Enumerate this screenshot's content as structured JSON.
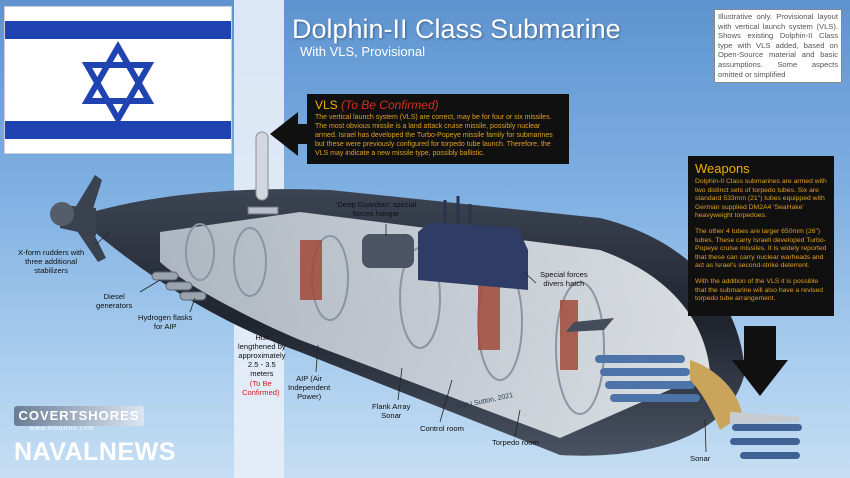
{
  "header": {
    "title": "Dolphin-II Class Submarine",
    "subtitle": "With VLS, Provisional"
  },
  "disclaimer": "Illustrative only. Provisional layout with vertical launch system (VLS). Shows existing Dolphin-II Class type with VLS added, based on Open-Source material and basic assumptions. Some aspects omitted or simplified",
  "vls_box": {
    "heading": "VLS",
    "heading_note": "(To Be Confirmed)",
    "text": "The vertical launch system (VLS) are correct, may be for four or six missiles. The most obvious missile is a land attack cruise missile, possibly nuclear armed. Israel has developed the Turbo-Popeye missile family for submarines but these were previously configured for torpedo tube launch. Therefore, the VLS may indicate a new missile type, possibly ballistic."
  },
  "weapons_box": {
    "heading": "Weapons",
    "p1": "Dolphin-II Class submarines are armed with two distinct sets of torpedo tubes. Six are standard 533mm (21\") tubes equipped with German supplied DM2A4 'SeaHake' heavyweight torpedoes.",
    "p2": "The other 4 tubes are larger 650mm (26\") tubes. These carry Israeli developed Turbo-Popeye cruise missiles. It is widely reported that these can carry nuclear warheads and act as Israel's second-strike deterrent.",
    "p3": "With the addition of the VLS it is possible that the submarine will also have a revised torpedo tube arrangement."
  },
  "labels": {
    "rudders": "X-form rudders with\nthree additional\nstabilizers",
    "diesel": "Diesel\ngenerators",
    "hydrogen": "Hydrogen flasks\nfor AIP",
    "hull": "Hull\nlengthened by\napproximately\n2.5 - 3.5\nmeters",
    "hull_note": "(To Be\nConfirmed)",
    "aip": "AIP (Air\nIndependent\nPower)",
    "flank": "Flank Array\nSonar",
    "control": "Control room",
    "torpedo_room": "Torpedo room",
    "deep_guardian": "'Deep Guardian' special\nforces hangar",
    "divers": "Special forces\ndivers hatch",
    "sonar": "Sonar"
  },
  "credit": "© H I Sutton, 2021",
  "branding": {
    "covert": "COVERTSHORES",
    "covert_url": "www.hisutton.com",
    "naval": "NAVALNEWS"
  },
  "colors": {
    "flag_blue": "#1f43b0",
    "box_bg": "#101010",
    "box_text": "#e0a020",
    "accent_red": "#d32020"
  }
}
